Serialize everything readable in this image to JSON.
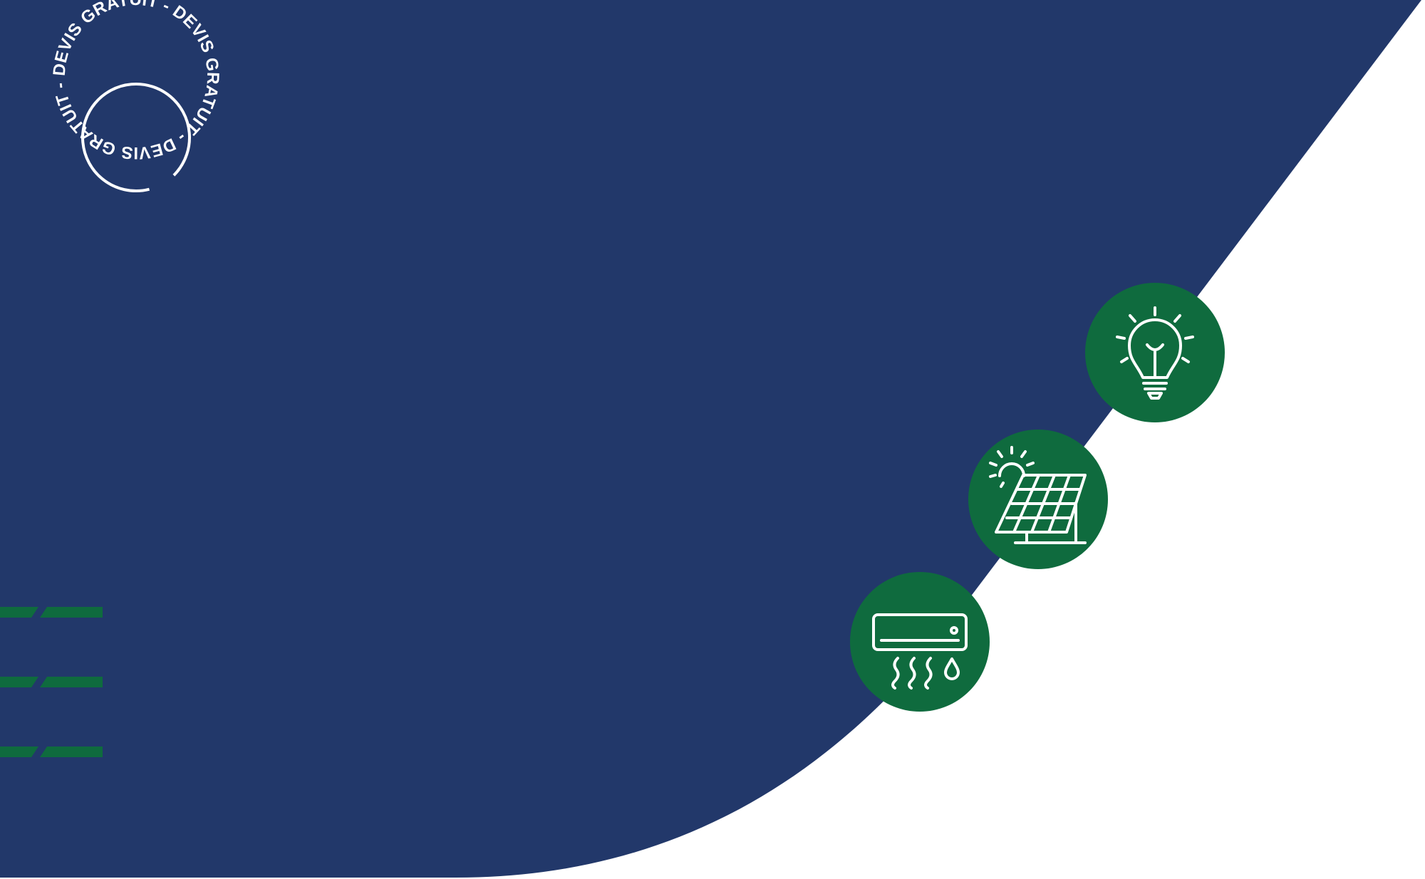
{
  "colors": {
    "background": "#ffffff",
    "navy": "#22386a",
    "green": "#0f6b3e",
    "icon_stroke": "#ffffff"
  },
  "badge": {
    "text": "DEVIS GRATUIT - DEVIS GRATUIT - DEVIS GRATUIT - "
  },
  "services": [
    {
      "name": "lightbulb",
      "icon": "lightbulb-icon"
    },
    {
      "name": "solar-panel",
      "icon": "solar-panel-icon"
    },
    {
      "name": "air-conditioner",
      "icon": "air-conditioner-icon"
    }
  ]
}
